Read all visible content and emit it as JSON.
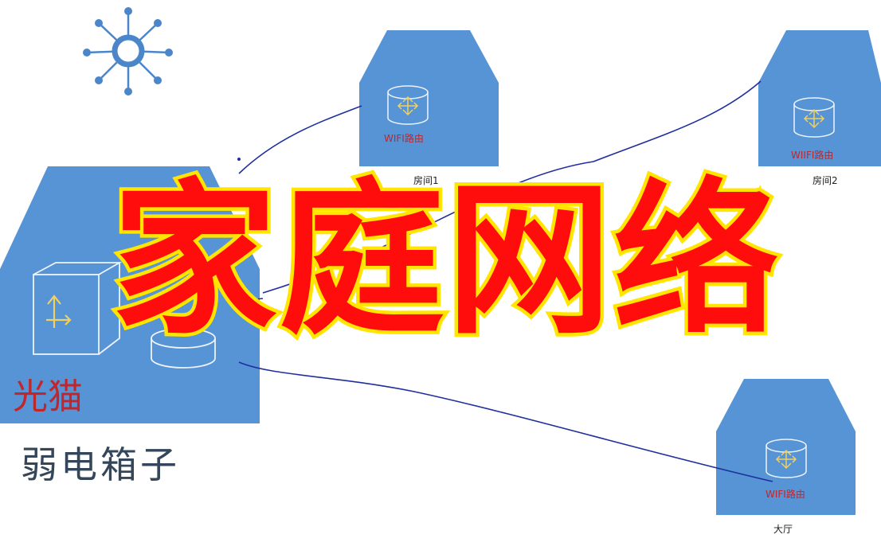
{
  "title": "家庭网络",
  "modem_box": {
    "modem_label": "光猫",
    "box_label": "弱电箱子"
  },
  "rooms": [
    {
      "router_label": "WIFI路由",
      "room_label": "房间1"
    },
    {
      "router_label": "WIIFI路由",
      "room_label": "房间2"
    },
    {
      "router_label": "WIFI路由",
      "room_label": "大厅"
    }
  ],
  "colors": {
    "box_blue": "#5694d6",
    "cable_blue": "#1f2f9e",
    "title_red": "#ff0d0d",
    "title_outline": "#ffe500",
    "label_red": "#c0262b",
    "hub_icon": "#4a86c9"
  },
  "icons": [
    "hub-network-icon",
    "router-icon",
    "switch-icon"
  ]
}
